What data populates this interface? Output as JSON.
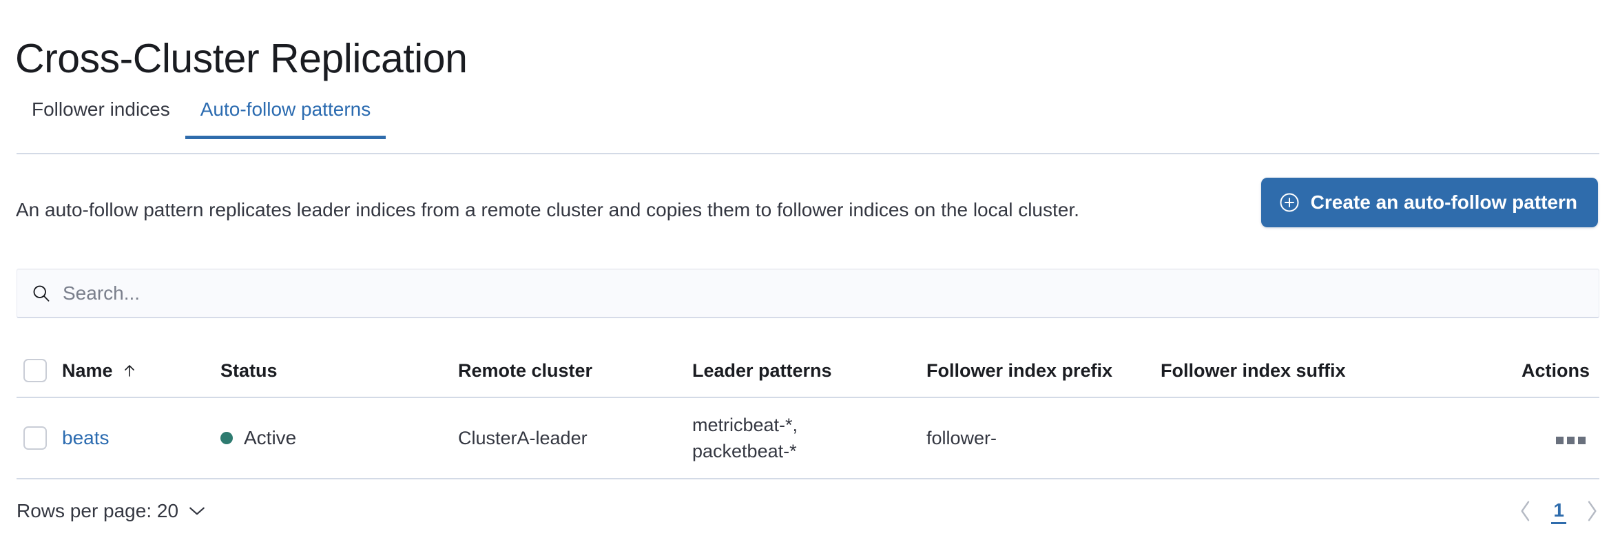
{
  "page": {
    "title": "Cross-Cluster Replication"
  },
  "tabs": [
    {
      "label": "Follower indices",
      "active": false
    },
    {
      "label": "Auto-follow patterns",
      "active": true
    }
  ],
  "description": "An auto-follow pattern replicates leader indices from a remote cluster and copies them to follower indices on the local cluster.",
  "cta": {
    "label": "Create an auto-follow pattern",
    "icon": "plus-in-circle-icon",
    "color": "#2f6cac"
  },
  "search": {
    "placeholder": "Search...",
    "value": "",
    "icon": "search-icon"
  },
  "table": {
    "columns": [
      "Name",
      "Status",
      "Remote cluster",
      "Leader patterns",
      "Follower index prefix",
      "Follower index suffix",
      "Actions"
    ],
    "sort": {
      "column": "Name",
      "direction": "asc",
      "icon": "arrow-up-icon"
    },
    "rows": [
      {
        "name": "beats",
        "status": "Active",
        "status_color": "#2e7b70",
        "remote_cluster": "ClusterA-leader",
        "leader_patterns": "metricbeat-*,\npacketbeat-*",
        "follower_index_prefix": "follower-",
        "follower_index_suffix": "",
        "actions_icon": "more-actions-icon"
      }
    ]
  },
  "footer": {
    "rows_per_page_label": "Rows per page: 20",
    "rows_per_page_icon": "chevron-down-icon",
    "pagination": {
      "prev_icon": "chevron-left-icon",
      "next_icon": "chevron-right-icon",
      "current_page": "1"
    }
  }
}
